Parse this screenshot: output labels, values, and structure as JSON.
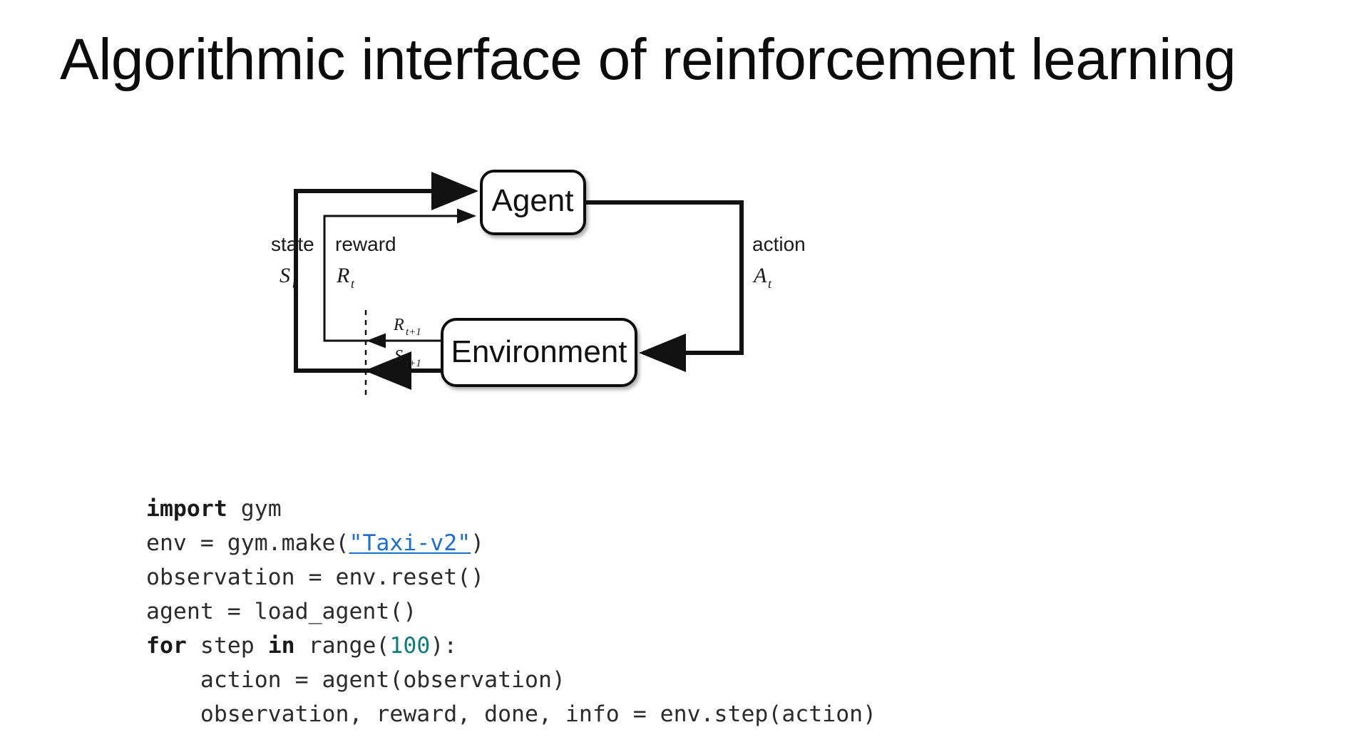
{
  "slide": {
    "title": "Algorithmic interface of reinforcement learning",
    "background_color": "#ffffff",
    "text_color": "#0b0b0b"
  },
  "diagram": {
    "name": "agent-environment-interaction-loop",
    "nodes": [
      {
        "id": "agent",
        "label": "Agent"
      },
      {
        "id": "environment",
        "label": "Environment"
      }
    ],
    "edge_labels": {
      "state_word": "state",
      "state_symbol": "S",
      "state_subscript": "t",
      "reward_word": "reward",
      "reward_symbol": "R",
      "reward_subscript": "t",
      "action_word": "action",
      "action_symbol": "A",
      "action_subscript": "t",
      "next_reward_symbol": "R",
      "next_reward_subscript": "t+1",
      "next_state_symbol": "S",
      "next_state_subscript": "t+1"
    },
    "stroke_color": "#111111"
  },
  "code": {
    "language": "python",
    "link_color": "#1f6fc4",
    "number_color": "#0e7c7b",
    "text_color": "#2b2b2b",
    "lines": [
      {
        "id": "line-1",
        "tokens": [
          {
            "t": "kw",
            "v": "import"
          },
          {
            "t": "txt",
            "v": " gym"
          }
        ]
      },
      {
        "id": "line-2",
        "tokens": [
          {
            "t": "txt",
            "v": "env = gym.make("
          },
          {
            "t": "link",
            "v": "\"Taxi-v2\""
          },
          {
            "t": "txt",
            "v": ")"
          }
        ]
      },
      {
        "id": "line-3",
        "tokens": [
          {
            "t": "txt",
            "v": "observation = env.reset()"
          }
        ]
      },
      {
        "id": "line-4",
        "tokens": [
          {
            "t": "txt",
            "v": "agent = load_agent()"
          }
        ]
      },
      {
        "id": "line-5",
        "tokens": [
          {
            "t": "kw",
            "v": "for"
          },
          {
            "t": "txt",
            "v": " step "
          },
          {
            "t": "kw",
            "v": "in"
          },
          {
            "t": "txt",
            "v": " range("
          },
          {
            "t": "num",
            "v": "100"
          },
          {
            "t": "txt",
            "v": "):"
          }
        ]
      },
      {
        "id": "line-6",
        "tokens": [
          {
            "t": "txt",
            "v": "    action = agent(observation)"
          }
        ]
      },
      {
        "id": "line-7",
        "tokens": [
          {
            "t": "txt",
            "v": "    observation, reward, done, info = env.step(action)"
          }
        ]
      }
    ]
  }
}
